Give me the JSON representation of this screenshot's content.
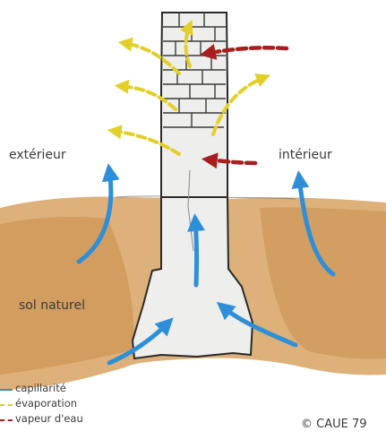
{
  "labels": {
    "exterior": "extérieur",
    "interior": "intérieur",
    "natural_soil": "sol naturel",
    "credit": "© CAUE 79"
  },
  "legend": [
    {
      "label": "capillarité",
      "color": "#2e8fd8"
    },
    {
      "label": "évaporation",
      "color": "#e3cf2a"
    },
    {
      "label": "vapeur d'eau",
      "color": "#a81e1e"
    }
  ],
  "colors": {
    "soil": "#d9a86a",
    "soil_dark": "#c98c4a",
    "wall": "#eeeeec",
    "outline": "#2a2a2a",
    "capillarity": "#2e8fd8",
    "evaporation": "#e3cf2a",
    "vapour": "#a81e1e"
  }
}
